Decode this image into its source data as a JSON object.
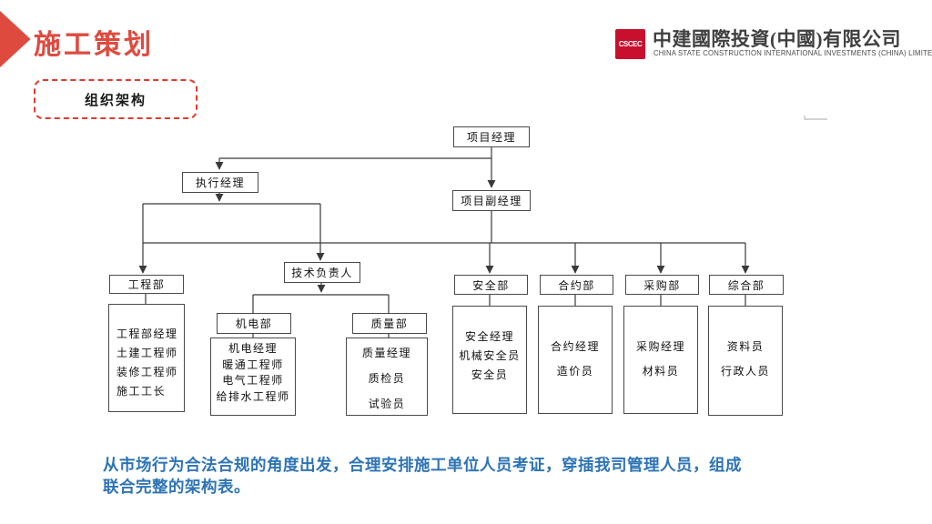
{
  "slide": {
    "title": "施工策划",
    "badge": "组织架构",
    "footer_lines": [
      "从市场行为合法合规的角度出发，合理安排施工单位人员考证，穿插我司管理人员，组成",
      "联合完整的架构表。"
    ],
    "colors": {
      "accent_red": "#df4a3f",
      "logo_red": "#c8102e",
      "footer_blue": "#2e74b5",
      "line_color": "#3a3a3a"
    },
    "icons": {
      "header_icon": "double-chevron-right-icon"
    }
  },
  "logo": {
    "mark_text": "CSCEC",
    "company_cn": "中建國際投資(中國)有限公司",
    "company_en": "CHINA STATE CONSTRUCTION INTERNATIONAL INVESTMENTS (CHINA) LIMITED"
  },
  "org": {
    "nodes": {
      "pm": "项目经理",
      "em": "执行经理",
      "dpm": "项目副经理",
      "eng": "工程部",
      "tech": "技术负责人",
      "mech": "机电部",
      "qual": "质量部",
      "safe": "安全部",
      "contract": "合约部",
      "procure": "采购部",
      "general": "综合部"
    },
    "lists": {
      "eng": [
        "工程部经理",
        "土建工程师",
        "装修工程师",
        "施工工长"
      ],
      "mech": [
        "机电经理",
        "暖通工程师",
        "电气工程师",
        "给排水工程师"
      ],
      "qual": [
        "质量经理",
        "质检员",
        "试验员"
      ],
      "safe": [
        "安全经理",
        "机械安全员",
        "安全员"
      ],
      "contract": [
        "合约经理",
        "造价员"
      ],
      "procure": [
        "采购经理",
        "材料员"
      ],
      "general": [
        "资料员",
        "行政人员"
      ]
    }
  }
}
